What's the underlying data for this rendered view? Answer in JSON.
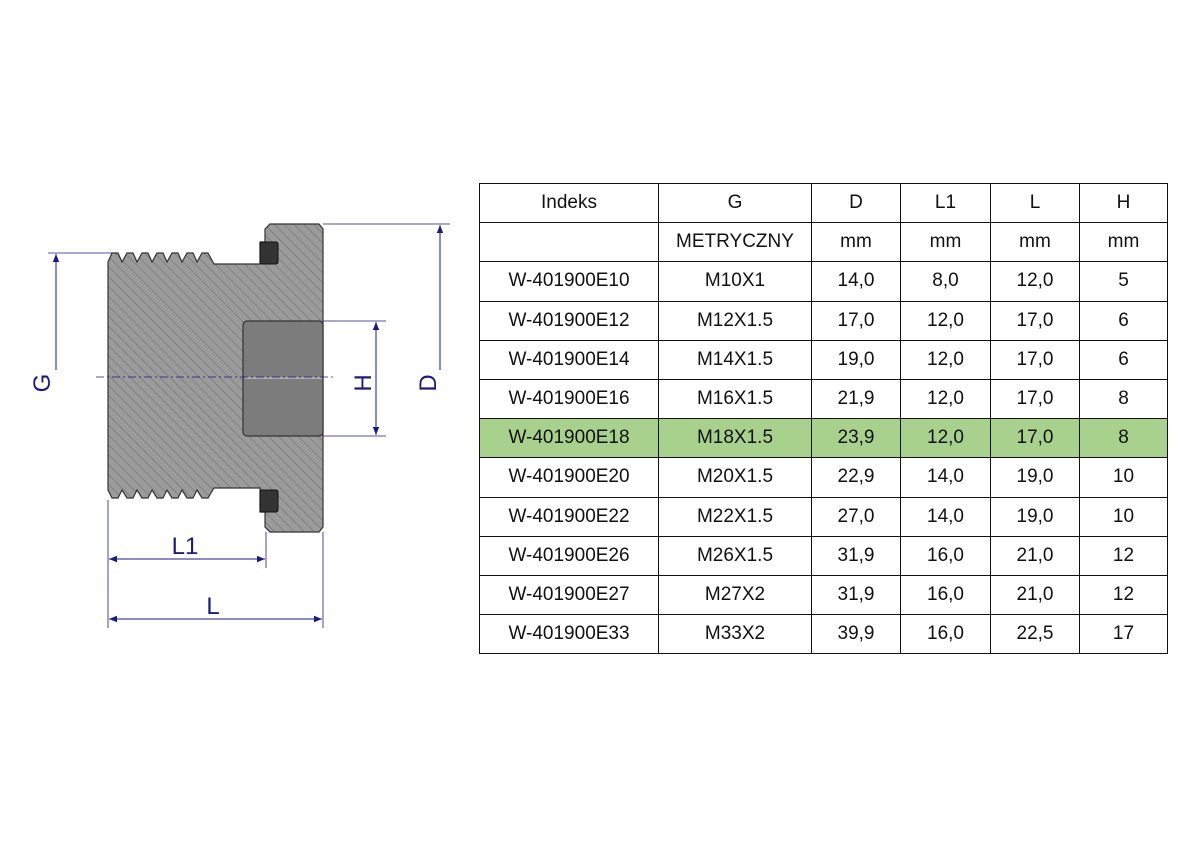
{
  "drawing": {
    "labels": {
      "G": "G",
      "H": "H",
      "D": "D",
      "L1": "L1",
      "L": "L"
    },
    "colors": {
      "body": "#9b9b9b",
      "hatch": "#6a6a6a",
      "socket": "#7c7c7c",
      "oring": "#333333",
      "dimension": "#1a1a80"
    }
  },
  "table": {
    "headers": [
      "Indeks",
      "G",
      "D",
      "L1",
      "L",
      "H"
    ],
    "units": [
      "",
      "METRYCZNY",
      "mm",
      "mm",
      "mm",
      "mm"
    ],
    "highlight_color": "#a9d18e",
    "rows": [
      [
        "W-401900E10",
        "M10X1",
        "14,0",
        "8,0",
        "12,0",
        "5"
      ],
      [
        "W-401900E12",
        "M12X1.5",
        "17,0",
        "12,0",
        "17,0",
        "6"
      ],
      [
        "W-401900E14",
        "M14X1.5",
        "19,0",
        "12,0",
        "17,0",
        "6"
      ],
      [
        "W-401900E16",
        "M16X1.5",
        "21,9",
        "12,0",
        "17,0",
        "8"
      ],
      [
        "W-401900E18",
        "M18X1.5",
        "23,9",
        "12,0",
        "17,0",
        "8"
      ],
      [
        "W-401900E20",
        "M20X1.5",
        "22,9",
        "14,0",
        "19,0",
        "10"
      ],
      [
        "W-401900E22",
        "M22X1.5",
        "27,0",
        "14,0",
        "19,0",
        "10"
      ],
      [
        "W-401900E26",
        "M26X1.5",
        "31,9",
        "16,0",
        "21,0",
        "12"
      ],
      [
        "W-401900E27",
        "M27X2",
        "31,9",
        "16,0",
        "21,0",
        "12"
      ],
      [
        "W-401900E33",
        "M33X2",
        "39,9",
        "16,0",
        "22,5",
        "17"
      ]
    ],
    "highlighted_row": 4
  }
}
